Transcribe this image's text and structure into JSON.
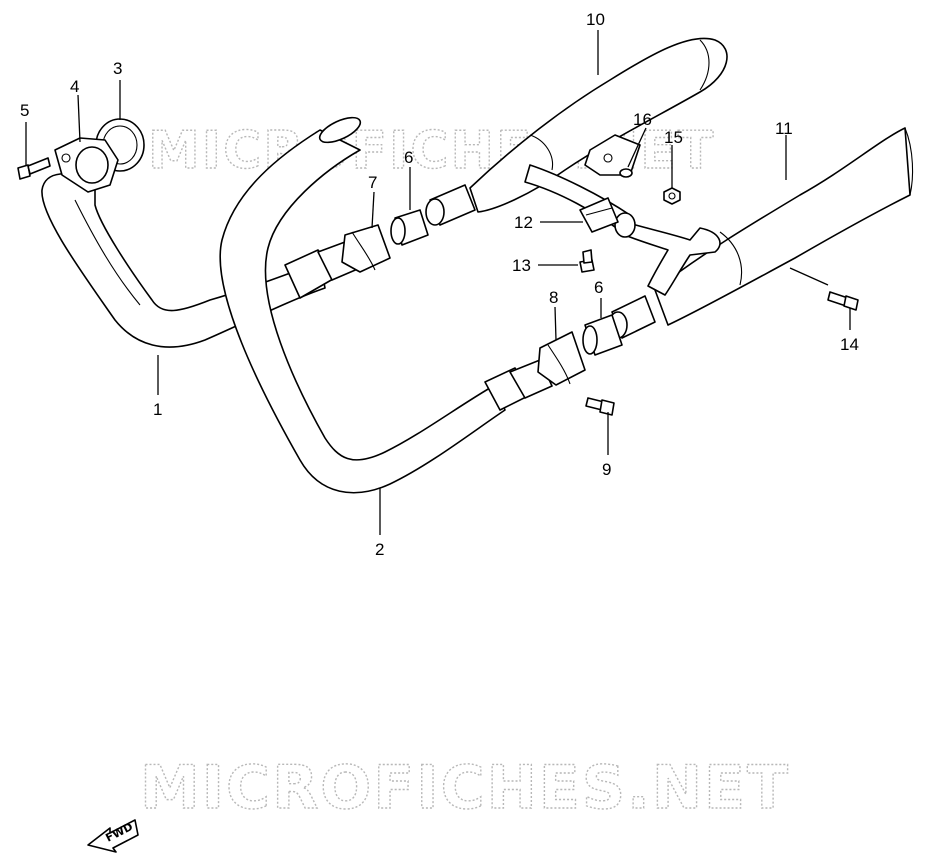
{
  "watermarks": {
    "upper": "MICROFICHES.NET",
    "lower": "MICROFICHES.NET"
  },
  "fwd_indicator": {
    "label": "FWD"
  },
  "callouts": {
    "p1": "1",
    "p2": "2",
    "p3": "3",
    "p4": "4",
    "p5": "5",
    "p6a": "6",
    "p6b": "6",
    "p7": "7",
    "p8": "8",
    "p9": "9",
    "p10": "10",
    "p11": "11",
    "p12": "12",
    "p13": "13",
    "p14": "14",
    "p15": "15",
    "p16": "16"
  },
  "colors": {
    "line": "#000000",
    "watermark": "#b8b8b8",
    "background": "#ffffff"
  }
}
